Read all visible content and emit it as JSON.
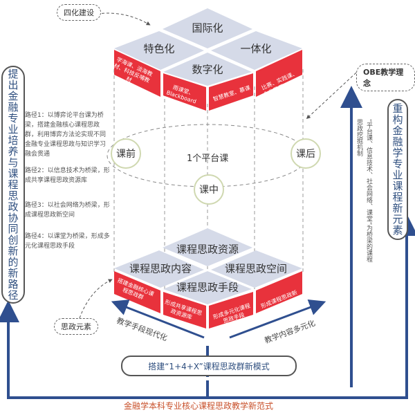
{
  "top_layer": {
    "label": "四化建设",
    "tiles": [
      "国际化",
      "特色化",
      "一体化",
      "数字化"
    ],
    "red_labels": [
      "学海课、淡海教材、科技反哺教材",
      "雨课堂、Blackboard",
      "智慧教室、慕课",
      "比赛、实践课、企业导师、OA、uk课程"
    ]
  },
  "middle": {
    "platform": "1个平台课",
    "before": "课前",
    "during": "课中",
    "after": "课后"
  },
  "bottom_layer": {
    "label": "思政元素",
    "tiles": [
      "课程思政资源",
      "课程思政内容",
      "课程思政空间",
      "课程思政手段"
    ],
    "red_labels": [
      "搭建金融核心课程思政群",
      "形成共享课程思政资源库",
      "形成多元化课程思政手段",
      "形成课程思政新空间"
    ],
    "arrow_left": "教学手段现代化",
    "arrow_right": "教学内容多元化"
  },
  "left": {
    "title": "提出金融专业培养与课程思政协同创新的新路径",
    "paths": [
      "路径1：以博弈论平台课为桥梁，搭建金融核心课程思政群，利用博弈方法论实现不同金融专业课程思政与知识学习融会贯通",
      "路径2：以信息技术为桥梁，形成共享课程思政资源库",
      "路径3：以社会网络为桥梁，形成课程思政新空间",
      "路径4：以课堂为桥梁，形成多元化课程思政手段"
    ]
  },
  "right": {
    "label": "OBE教学理念",
    "title": "重构金融学专业课程新元素",
    "note": "“平台课、信息技术、社会网络、课堂”为桥梁的课程思政挖掘机制"
  },
  "bottom": {
    "model": "搭建“1+4+X”课程思政群新模式",
    "paradigm": "金融学本科专业核心课程思政教学新范式"
  },
  "colors": {
    "tile": "#d5dae8",
    "red": "#e8323c",
    "arrow": "#2f4f8f",
    "accent": "#c8502a"
  }
}
